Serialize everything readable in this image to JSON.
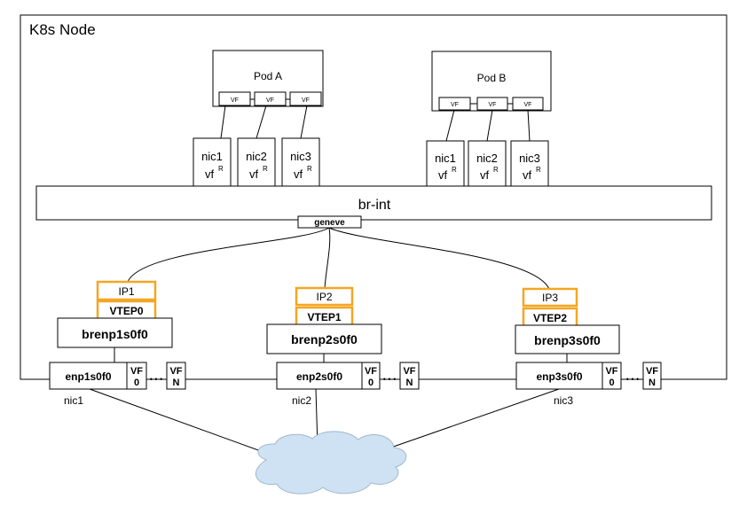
{
  "node_title": "K8s Node",
  "pods": [
    {
      "label": "Pod A",
      "vf_labels": [
        "VF",
        "VF",
        "VF"
      ],
      "reps": [
        {
          "line1": "nic1",
          "line2": "vf",
          "sup": "R"
        },
        {
          "line1": "nic2",
          "line2": "vf",
          "sup": "R"
        },
        {
          "line1": "nic3",
          "line2": "vf",
          "sup": "R"
        }
      ]
    },
    {
      "label": "Pod B",
      "vf_labels": [
        "VF",
        "VF",
        "VF"
      ],
      "reps": [
        {
          "line1": "nic1",
          "line2": "vf",
          "sup": "R"
        },
        {
          "line1": "nic2",
          "line2": "vf",
          "sup": "R"
        },
        {
          "line1": "nic3",
          "line2": "vf",
          "sup": "R"
        }
      ]
    }
  ],
  "bridge": {
    "label": "br-int",
    "tunnel_port": "geneve"
  },
  "uplinks": [
    {
      "ip": "IP1",
      "vtep": "VTEP0",
      "bridge": "brenp1s0f0",
      "pf": "enp1s0f0",
      "vf0": [
        "VF",
        "0"
      ],
      "vfn": [
        "VF",
        "N"
      ],
      "dots": "• • •",
      "nic": "nic1"
    },
    {
      "ip": "IP2",
      "vtep": "VTEP1",
      "bridge": "brenp2s0f0",
      "pf": "enp2s0f0",
      "vf0": [
        "VF",
        "0"
      ],
      "vfn": [
        "VF",
        "N"
      ],
      "dots": "• • •",
      "nic": "nic2"
    },
    {
      "ip": "IP3",
      "vtep": "VTEP2",
      "bridge": "brenp3s0f0",
      "pf": "enp3s0f0",
      "vf0": [
        "VF",
        "0"
      ],
      "vfn": [
        "VF",
        "N"
      ],
      "dots": "• • •",
      "nic": "nic3"
    }
  ],
  "colors": {
    "vtep_border": "#f5a623",
    "cloud_fill": "#cfe2f3",
    "cloud_stroke": "#9fb8cc"
  }
}
